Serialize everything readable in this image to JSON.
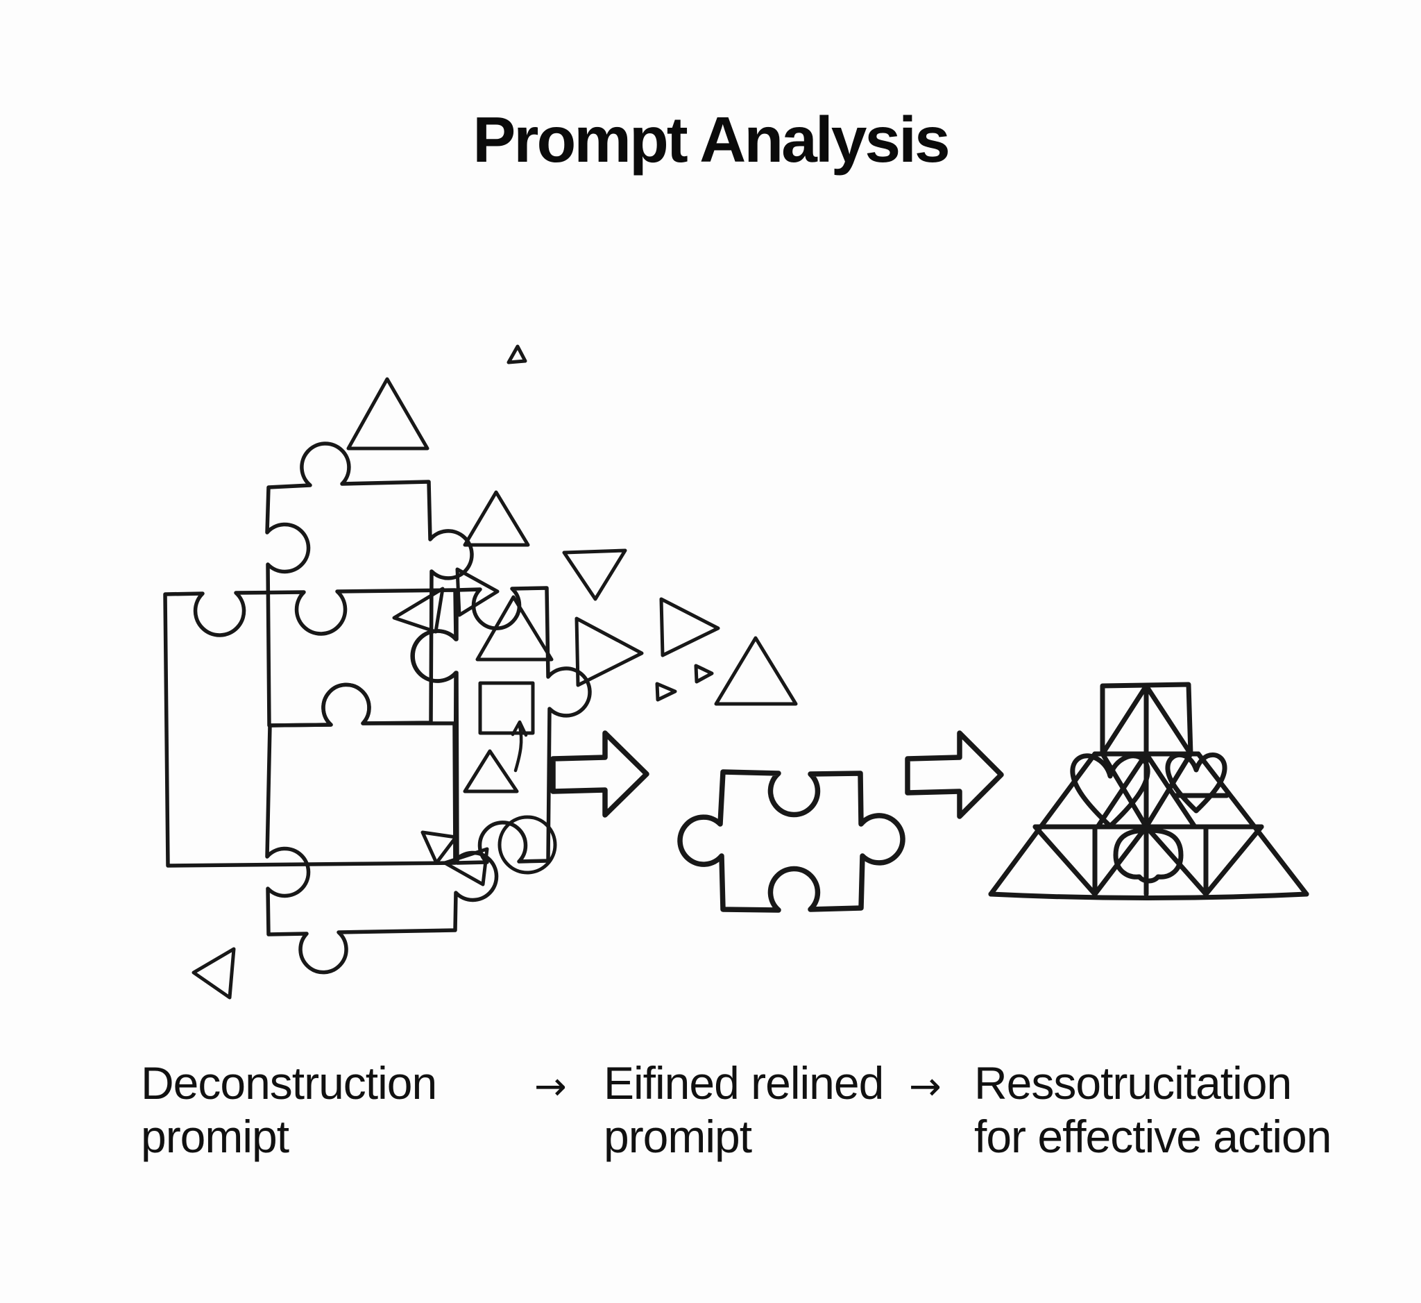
{
  "title": "Prompt Analysis",
  "labels": {
    "stage1": {
      "line1": "Deconstruction",
      "line2": "promipt"
    },
    "stage2": {
      "line1": "Eifined relined",
      "line2": "promipt"
    },
    "stage3": {
      "line1": "Ressotrucitation",
      "line2": "for effective action"
    },
    "arrow": "→"
  },
  "colors": {
    "background": "#fdfdfd",
    "ink": "#181818",
    "text": "#111111"
  },
  "illustration": {
    "stage1_icon": "puzzle-cluster-breaking-into-shapes",
    "scattered_icons": "triangles-square-circle",
    "flow_icon": "block-arrow-right",
    "stage2_icon": "single-puzzle-piece",
    "stage3_icon": "assembled-triangle-lattice-structure"
  }
}
